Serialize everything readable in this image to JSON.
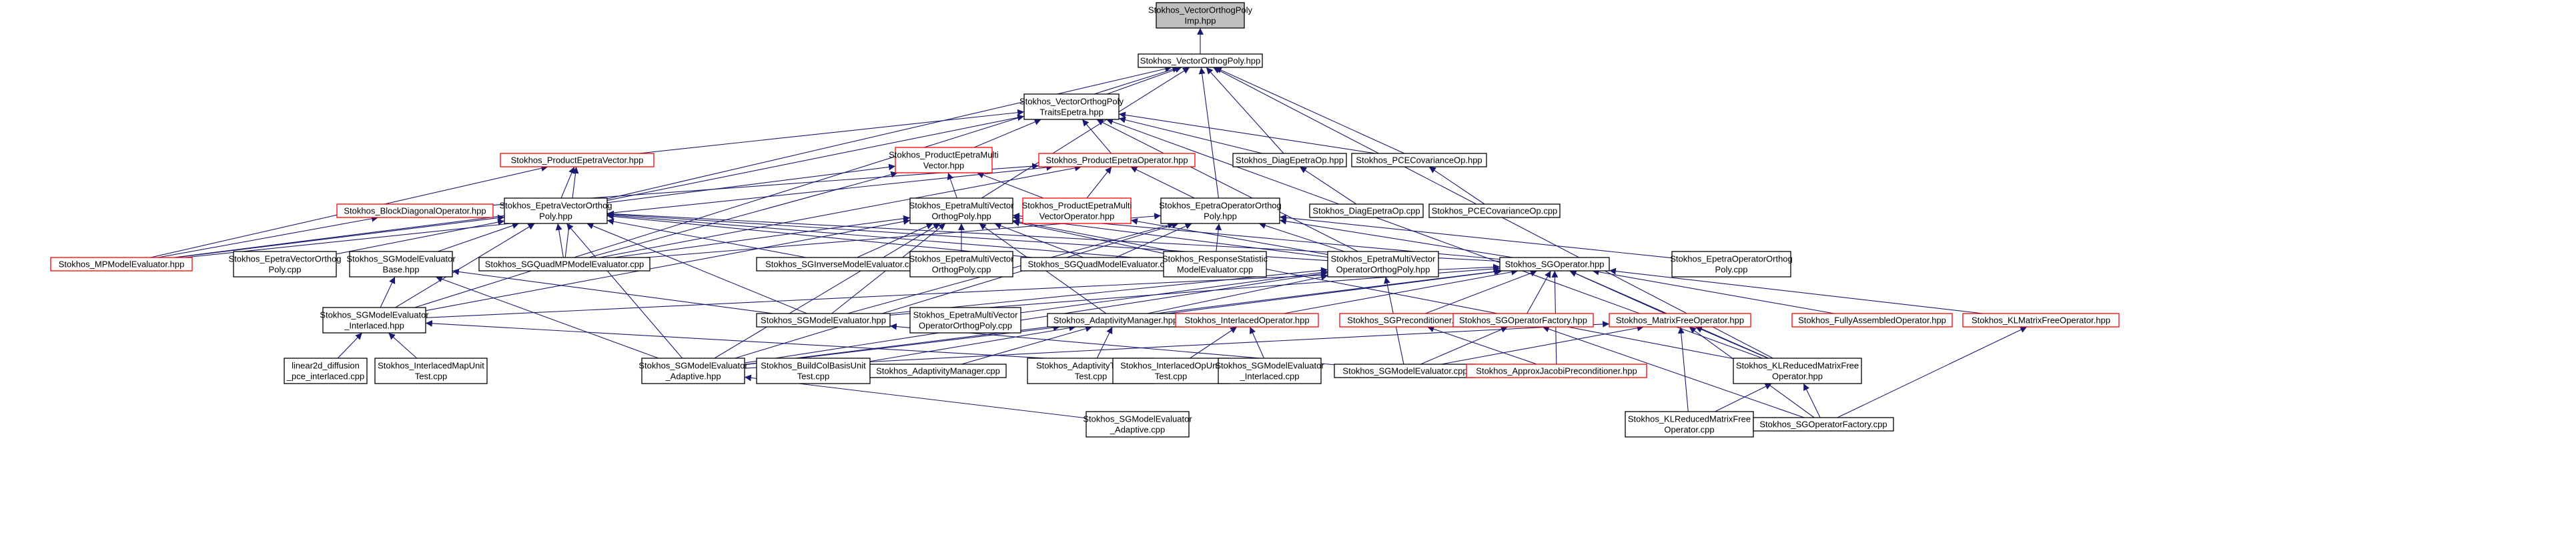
{
  "diagram": {
    "type": "include-dependency-graph",
    "colors": {
      "edge": "#191970",
      "root_fill": "#bfbfbf",
      "node_fill": "#ffffff",
      "node_border": "#000000",
      "truncated_border": "#ff0000"
    },
    "nodes": [
      {
        "id": "root",
        "lines": [
          "Stokhos_VectorOrthogPoly",
          "Imp.hpp"
        ],
        "style": "root"
      },
      {
        "id": "vop",
        "lines": [
          "Stokhos_VectorOrthogPoly.hpp"
        ],
        "style": "normal"
      },
      {
        "id": "vopte",
        "lines": [
          "Stokhos_VectorOrthogPoly",
          "TraitsEpetra.hpp"
        ],
        "style": "normal"
      },
      {
        "id": "pev",
        "lines": [
          "Stokhos_ProductEpetraVector.hpp"
        ],
        "style": "red"
      },
      {
        "id": "pemv",
        "lines": [
          "Stokhos_ProductEpetraMulti",
          "Vector.hpp"
        ],
        "style": "red"
      },
      {
        "id": "peop",
        "lines": [
          "Stokhos_ProductEpetraOperator.hpp"
        ],
        "style": "red"
      },
      {
        "id": "diagop",
        "lines": [
          "Stokhos_DiagEpetraOp.hpp"
        ],
        "style": "normal"
      },
      {
        "id": "pceco",
        "lines": [
          "Stokhos_PCECovarianceOp.hpp"
        ],
        "style": "normal"
      },
      {
        "id": "diagcpp",
        "lines": [
          "Stokhos_DiagEpetraOp.cpp"
        ],
        "style": "normal"
      },
      {
        "id": "pcecpp",
        "lines": [
          "Stokhos_PCECovarianceOp.cpp"
        ],
        "style": "normal"
      },
      {
        "id": "bdo",
        "lines": [
          "Stokhos_BlockDiagonalOperator.hpp"
        ],
        "style": "red"
      },
      {
        "id": "evop",
        "lines": [
          "Stokhos_EpetraVectorOrthog",
          "Poly.hpp"
        ],
        "style": "normal"
      },
      {
        "id": "emvop",
        "lines": [
          "Stokhos_EpetraMultiVector",
          "OrthogPoly.hpp"
        ],
        "style": "normal"
      },
      {
        "id": "pemvo",
        "lines": [
          "Stokhos_ProductEpetraMulti",
          "VectorOperator.hpp"
        ],
        "style": "red"
      },
      {
        "id": "eoop",
        "lines": [
          "Stokhos_EpetraOperatorOrthog",
          "Poly.hpp"
        ],
        "style": "normal"
      },
      {
        "id": "mpme",
        "lines": [
          "Stokhos_MPModelEvaluator.hpp"
        ],
        "style": "red"
      },
      {
        "id": "evopcpp",
        "lines": [
          "Stokhos_EpetraVectorOrthog",
          "Poly.cpp"
        ],
        "style": "normal"
      },
      {
        "id": "sgmeb",
        "lines": [
          "Stokhos_SGModelEvaluator",
          "Base.hpp"
        ],
        "style": "normal"
      },
      {
        "id": "sgqmp",
        "lines": [
          "Stokhos_SGQuadMPModelEvaluator.cpp"
        ],
        "style": "normal"
      },
      {
        "id": "sginv",
        "lines": [
          "Stokhos_SGInverseModelEvaluator.cpp"
        ],
        "style": "normal"
      },
      {
        "id": "emvopcpp",
        "lines": [
          "Stokhos_EpetraMultiVector",
          "OrthogPoly.cpp"
        ],
        "style": "normal"
      },
      {
        "id": "sgqme",
        "lines": [
          "Stokhos_SGQuadModelEvaluator.cpp"
        ],
        "style": "normal"
      },
      {
        "id": "rsme",
        "lines": [
          "Stokhos_ResponseStatistic",
          "ModelEvaluator.cpp"
        ],
        "style": "normal"
      },
      {
        "id": "emvoop",
        "lines": [
          "Stokhos_EpetraMultiVector",
          "OperatorOrthogPoly.hpp"
        ],
        "style": "normal"
      },
      {
        "id": "sgop",
        "lines": [
          "Stokhos_SGOperator.hpp"
        ],
        "style": "normal"
      },
      {
        "id": "eoopcpp",
        "lines": [
          "Stokhos_EpetraOperatorOrthog",
          "Poly.cpp"
        ],
        "style": "normal"
      },
      {
        "id": "sgmei",
        "lines": [
          "Stokhos_SGModelEvaluator",
          "_Interlaced.hpp"
        ],
        "style": "normal"
      },
      {
        "id": "sgme",
        "lines": [
          "Stokhos_SGModelEvaluator.hpp"
        ],
        "style": "normal"
      },
      {
        "id": "emvoopcpp",
        "lines": [
          "Stokhos_EpetraMultiVector",
          "OperatorOrthogPoly.cpp"
        ],
        "style": "normal"
      },
      {
        "id": "am",
        "lines": [
          "Stokhos_AdaptivityManager.hpp"
        ],
        "style": "normal"
      },
      {
        "id": "ilop",
        "lines": [
          "Stokhos_InterlacedOperator.hpp"
        ],
        "style": "red"
      },
      {
        "id": "sgprec",
        "lines": [
          "Stokhos_SGPreconditioner.hpp"
        ],
        "style": "red"
      },
      {
        "id": "sgopf",
        "lines": [
          "Stokhos_SGOperatorFactory.hpp"
        ],
        "style": "red"
      },
      {
        "id": "mfop",
        "lines": [
          "Stokhos_MatrixFreeOperator.hpp"
        ],
        "style": "red"
      },
      {
        "id": "fao",
        "lines": [
          "Stokhos_FullyAssembledOperator.hpp"
        ],
        "style": "red"
      },
      {
        "id": "klmfo",
        "lines": [
          "Stokhos_KLMatrixFreeOperator.hpp"
        ],
        "style": "red"
      },
      {
        "id": "l2d",
        "lines": [
          "linear2d_diffusion",
          "_pce_interlaced.cpp"
        ],
        "style": "normal"
      },
      {
        "id": "imut",
        "lines": [
          "Stokhos_InterlacedMapUnit",
          "Test.cpp"
        ],
        "style": "normal"
      },
      {
        "id": "sgmea",
        "lines": [
          "Stokhos_SGModelEvaluator",
          "_Adaptive.hpp"
        ],
        "style": "normal"
      },
      {
        "id": "bcbut",
        "lines": [
          "Stokhos_BuildColBasisUnit",
          "Test.cpp"
        ],
        "style": "normal"
      },
      {
        "id": "amcpp",
        "lines": [
          "Stokhos_AdaptivityManager.cpp"
        ],
        "style": "normal"
      },
      {
        "id": "atut",
        "lines": [
          "Stokhos_AdaptivityToolsUnit",
          "Test.cpp"
        ],
        "style": "normal"
      },
      {
        "id": "ioput",
        "lines": [
          "Stokhos_InterlacedOpUnit",
          "Test.cpp"
        ],
        "style": "normal"
      },
      {
        "id": "sgmeicpp",
        "lines": [
          "Stokhos_SGModelEvaluator",
          "_Interlaced.cpp"
        ],
        "style": "normal"
      },
      {
        "id": "sgmecpp",
        "lines": [
          "Stokhos_SGModelEvaluator.cpp"
        ],
        "style": "normal"
      },
      {
        "id": "ajp",
        "lines": [
          "Stokhos_ApproxJacobiPreconditioner.hpp"
        ],
        "style": "red"
      },
      {
        "id": "klrmfo",
        "lines": [
          "Stokhos_KLReducedMatrixFree",
          "Operator.hpp"
        ],
        "style": "normal"
      },
      {
        "id": "sgmeacpp",
        "lines": [
          "Stokhos_SGModelEvaluator",
          "_Adaptive.cpp"
        ],
        "style": "normal"
      },
      {
        "id": "klrmfocpp",
        "lines": [
          "Stokhos_KLReducedMatrixFree",
          "Operator.cpp"
        ],
        "style": "normal"
      },
      {
        "id": "sgopfcpp",
        "lines": [
          "Stokhos_SGOperatorFactory.cpp"
        ],
        "style": "normal"
      }
    ],
    "edges": [
      [
        "vop",
        "root"
      ],
      [
        "vopte",
        "vop"
      ],
      [
        "diagop",
        "vop"
      ],
      [
        "pceco",
        "vop"
      ],
      [
        "evop",
        "vop"
      ],
      [
        "emvop",
        "vop"
      ],
      [
        "eoop",
        "vop"
      ],
      [
        "sgmei",
        "vop"
      ],
      [
        "klrmfo",
        "vop"
      ],
      [
        "pev",
        "vopte"
      ],
      [
        "pemv",
        "vopte"
      ],
      [
        "peop",
        "vopte"
      ],
      [
        "diagop",
        "vopte"
      ],
      [
        "pceco",
        "vopte"
      ],
      [
        "evop",
        "vopte"
      ],
      [
        "emvoop",
        "vopte"
      ],
      [
        "klrmfo",
        "vopte"
      ],
      [
        "diagcpp",
        "diagop"
      ],
      [
        "pcecpp",
        "pceco"
      ],
      [
        "evop",
        "pev"
      ],
      [
        "mpme",
        "pev"
      ],
      [
        "sgqmp",
        "pev"
      ],
      [
        "emvop",
        "pemv"
      ],
      [
        "pemvo",
        "pemv"
      ],
      [
        "mpme",
        "pemv"
      ],
      [
        "sgqmp",
        "pemv"
      ],
      [
        "pemvo",
        "peop"
      ],
      [
        "eoop",
        "peop"
      ],
      [
        "bdo",
        "peop"
      ],
      [
        "mpme",
        "peop"
      ],
      [
        "sgqmp",
        "peop"
      ],
      [
        "mpme",
        "bdo"
      ],
      [
        "mpme",
        "evop"
      ],
      [
        "evopcpp",
        "evop"
      ],
      [
        "sgmeb",
        "evop"
      ],
      [
        "sgqmp",
        "evop"
      ],
      [
        "sginv",
        "evop"
      ],
      [
        "sgqme",
        "evop"
      ],
      [
        "rsme",
        "evop"
      ],
      [
        "sgmei",
        "evop"
      ],
      [
        "sgme",
        "evop"
      ],
      [
        "sgmea",
        "evop"
      ],
      [
        "emvoop",
        "evop"
      ],
      [
        "sgop",
        "evop"
      ],
      [
        "emvopcpp",
        "emvop"
      ],
      [
        "sgqmp",
        "emvop"
      ],
      [
        "sginv",
        "emvop"
      ],
      [
        "sgqme",
        "emvop"
      ],
      [
        "rsme",
        "emvop"
      ],
      [
        "emvoop",
        "emvop"
      ],
      [
        "sgmei",
        "emvop"
      ],
      [
        "sgme",
        "emvop"
      ],
      [
        "sgmea",
        "emvop"
      ],
      [
        "am",
        "emvop"
      ],
      [
        "sgop",
        "emvop"
      ],
      [
        "klrmfo",
        "emvop"
      ],
      [
        "emvoop",
        "pemvo"
      ],
      [
        "emvoop",
        "eoop"
      ],
      [
        "eoopcpp",
        "eoop"
      ],
      [
        "sgop",
        "eoop"
      ],
      [
        "sgme",
        "eoop"
      ],
      [
        "sgmea",
        "eoop"
      ],
      [
        "sgqmp",
        "eoop"
      ],
      [
        "rsme",
        "eoop"
      ],
      [
        "sgqme",
        "eoop"
      ],
      [
        "sgmei",
        "sgmeb"
      ],
      [
        "sgme",
        "sgmeb"
      ],
      [
        "sgmea",
        "sgmeb"
      ],
      [
        "sgme",
        "emvoop"
      ],
      [
        "sgmea",
        "emvoop"
      ],
      [
        "am",
        "emvoop"
      ],
      [
        "sgmecpp",
        "emvoop"
      ],
      [
        "emvoopcpp",
        "emvoop"
      ],
      [
        "sgmei",
        "sgop"
      ],
      [
        "sgme",
        "sgop"
      ],
      [
        "am",
        "sgop"
      ],
      [
        "ilop",
        "sgop"
      ],
      [
        "sgprec",
        "sgop"
      ],
      [
        "sgopf",
        "sgop"
      ],
      [
        "mfop",
        "sgop"
      ],
      [
        "fao",
        "sgop"
      ],
      [
        "klmfo",
        "sgop"
      ],
      [
        "klrmfo",
        "sgop"
      ],
      [
        "ajp",
        "sgop"
      ],
      [
        "sgmea",
        "sgop"
      ],
      [
        "l2d",
        "sgmei"
      ],
      [
        "imut",
        "sgmei"
      ],
      [
        "sgmeicpp",
        "sgmei"
      ],
      [
        "sgmecpp",
        "sgme"
      ],
      [
        "sgmea",
        "am"
      ],
      [
        "bcbut",
        "am"
      ],
      [
        "amcpp",
        "am"
      ],
      [
        "atut",
        "am"
      ],
      [
        "ioput",
        "ilop"
      ],
      [
        "sgmeicpp",
        "ilop"
      ],
      [
        "ajp",
        "sgprec"
      ],
      [
        "sgmecpp",
        "sgopf"
      ],
      [
        "sgopfcpp",
        "sgopf"
      ],
      [
        "sgmea",
        "mfop"
      ],
      [
        "sgmecpp",
        "mfop"
      ],
      [
        "klrmfo",
        "mfop"
      ],
      [
        "klrmfocpp",
        "mfop"
      ],
      [
        "sgopfcpp",
        "mfop"
      ],
      [
        "sgopfcpp",
        "klmfo"
      ],
      [
        "sgmeacpp",
        "sgmea"
      ],
      [
        "klrmfocpp",
        "klrmfo"
      ],
      [
        "sgopfcpp",
        "klrmfo"
      ]
    ]
  }
}
